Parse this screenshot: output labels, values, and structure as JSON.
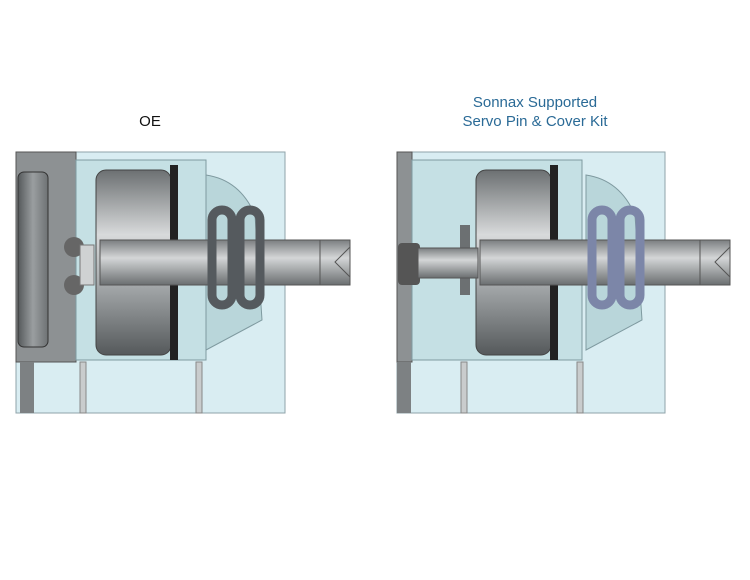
{
  "panels": [
    {
      "title": "OE"
    },
    {
      "title_line1": "Sonnax Supported",
      "title_line2": "Servo Pin & Cover Kit"
    }
  ],
  "colors": {
    "title_accent": "#2a6a96",
    "housing": "#d9edf2",
    "spring_oe": "#555a5e",
    "spring_sonnax": "#7c86a8"
  }
}
